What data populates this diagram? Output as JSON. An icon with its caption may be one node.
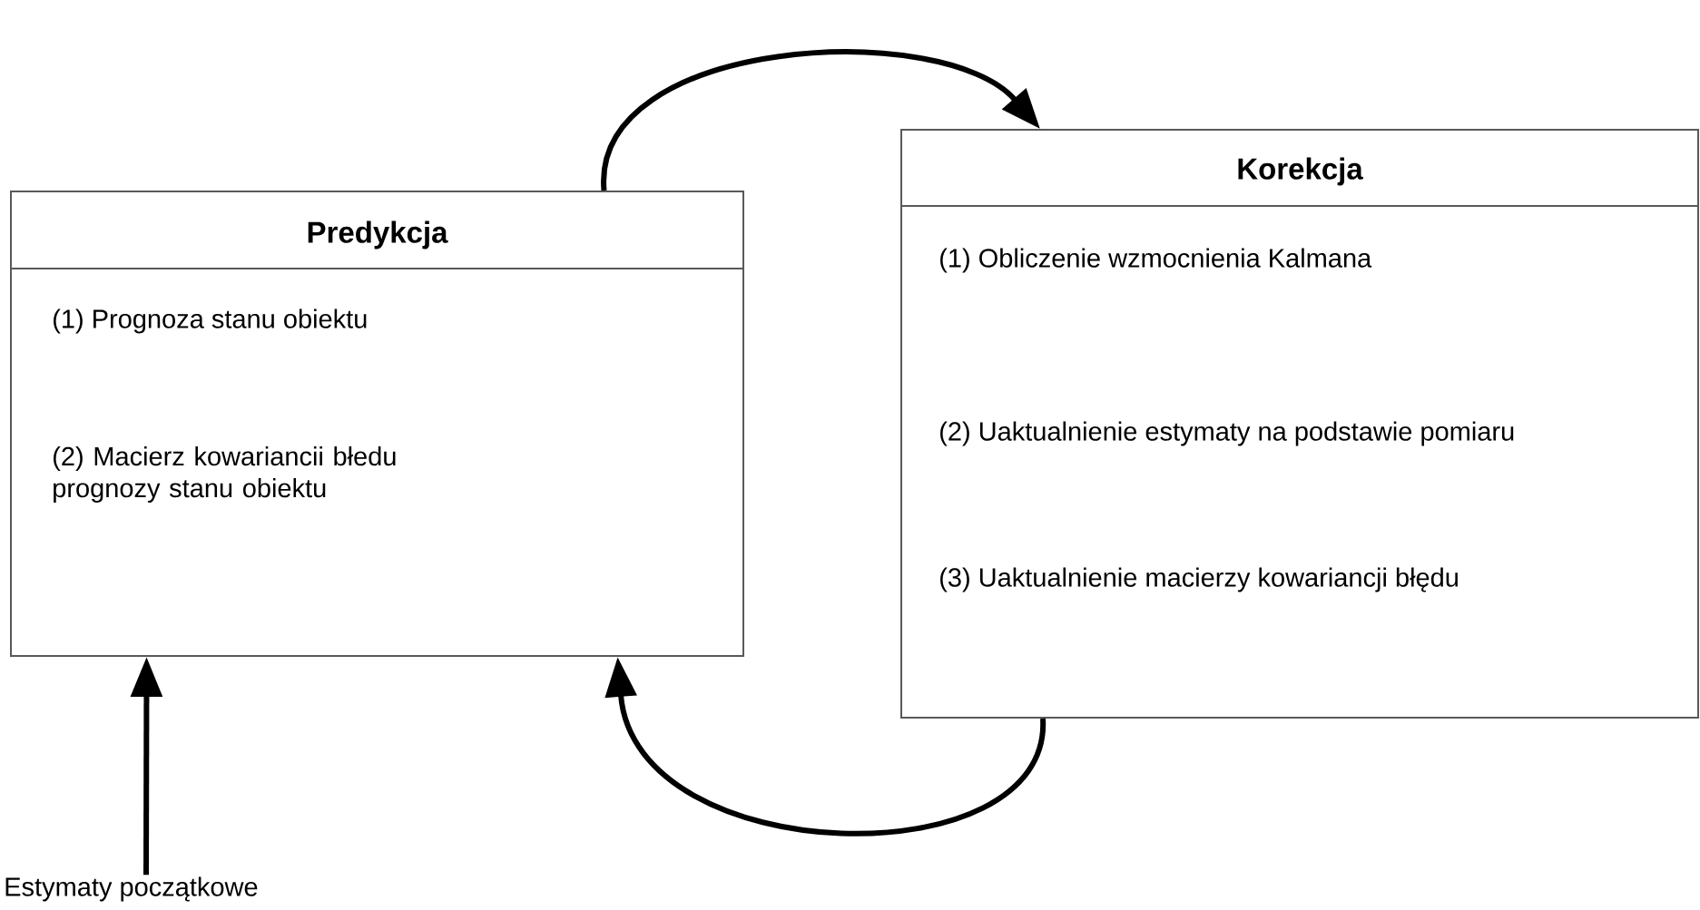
{
  "diagram": {
    "nodes": [
      {
        "text": [
          "Predykcja",
          "(1) Prognoza stanu obiektu",
          "(2) Macierz kowariancii błedu prognozy stanu obiektu"
        ]
      },
      {
        "text": [
          "Korekcja",
          "(1) Obliczenie wzmocnienia Kalmana",
          "(2) Uaktualnienie estymaty na podstawie pomiaru",
          "(3) Uaktualnienie macierzy kowariancji błędu"
        ]
      },
      {
        "text": [
          "Estymaty początkowe"
        ]
      }
    ],
    "edges": [
      {
        "from": 0,
        "to": 1,
        "arrow": "to"
      },
      {
        "from": 1,
        "to": 0,
        "arrow": "to"
      },
      {
        "from": 2,
        "to": 0,
        "arrow": "to"
      }
    ]
  }
}
